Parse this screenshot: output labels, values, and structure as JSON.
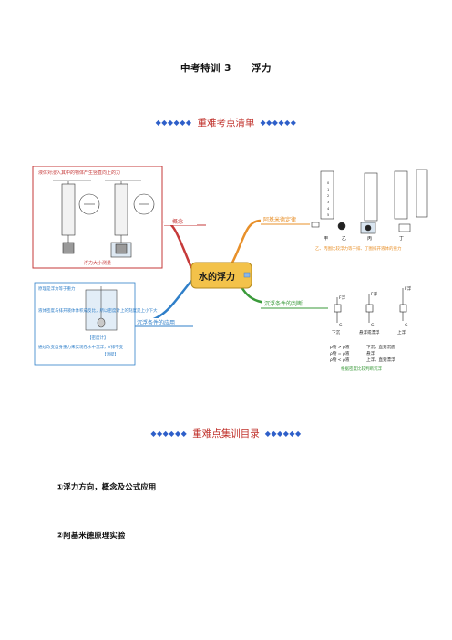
{
  "document": {
    "title": "中考特训 3　　浮力",
    "section1": {
      "diamonds_left": "◆◆◆◆◆◆",
      "label": "重难考点清单",
      "diamonds_right": "◆◆◆◆◆◆"
    },
    "section2": {
      "diamonds_left": "◆◆◆◆◆◆",
      "label": "重难点集训目录",
      "diamonds_right": "◆◆◆◆◆◆"
    },
    "toc": [
      "①浮力方向，概念及公式应用",
      "②阿基米德原理实验"
    ]
  },
  "mindmap": {
    "center": "水的浮力",
    "branches": {
      "concept": {
        "label": "概念",
        "note_top": "液体对浸入其中的物体产生竖直向上的力",
        "note_bottom": "浮力大小测量"
      },
      "archimedes": {
        "label": "阿基米德定律",
        "stages": [
          "甲",
          "乙",
          "丙",
          "丁"
        ],
        "note": "乙、丙图比较浮力等于排、丁图排开液体的重力"
      },
      "application": {
        "label": "沉浮条件的应用",
        "notes": [
          "原理是浮力等于重力",
          "液体密度与排开液体体积成反比，所以密度计上的刻度是上小下大",
          "通过改变自身重力来实现在水中沉浮，V排不变"
        ],
        "tags": [
          "【密度计】",
          "【潜艇】"
        ]
      },
      "judgement": {
        "label": "沉浮条件的判断",
        "states": [
          "下沉",
          "悬浮或漂浮",
          "上浮"
        ],
        "force_up": "F浮",
        "force_down": "G",
        "rules": [
          "ρ物 > ρ液",
          "ρ物 = ρ液",
          "ρ物 < ρ液"
        ],
        "results": [
          "下沉，直到沉底",
          "悬浮",
          "上浮，直到漂浮"
        ],
        "footer": "根据密度比较判断沉浮"
      }
    },
    "scale_ticks": [
      "0",
      "1",
      "2",
      "3",
      "4",
      "5"
    ]
  },
  "colors": {
    "title_red": "#c0312b",
    "diamond_blue": "#2e5fc9",
    "branch_red": "#c63a3a",
    "branch_orange": "#e8902a",
    "branch_blue": "#2f7fc9",
    "branch_green": "#3a9a3a",
    "center_fill": "#f3c24a"
  }
}
